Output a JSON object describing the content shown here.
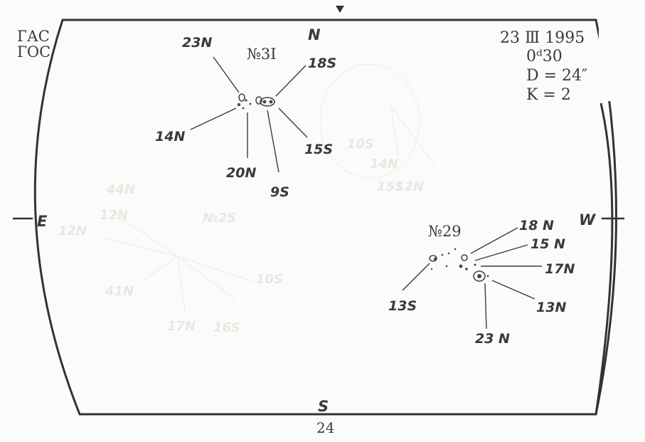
{
  "header": {
    "observatory_line1": "ГАС",
    "observatory_line2": "ГОС",
    "date": "23 Ⅲ 1995",
    "time": "0ᵈ30",
    "time_main": "0",
    "time_sup": "d",
    "time_minutes": "30",
    "diameter": "D = 24″",
    "quality": "K = 2"
  },
  "compass": {
    "north": "N",
    "south": "S",
    "east": "E",
    "west": "W"
  },
  "group_31": {
    "label": "№3I",
    "spots": [
      "23N",
      "18S",
      "14N",
      "20N",
      "9S",
      "15S"
    ]
  },
  "group_29": {
    "label": "№29",
    "spots": [
      "18 N",
      "15 N",
      "17N",
      "13N",
      "23 N",
      "13S"
    ]
  },
  "page_number": "24",
  "bleed_through": [
    "44N",
    "12N",
    "12N",
    "41N",
    "17N",
    "16S",
    "10S",
    "№25",
    "10S",
    "14N",
    "12N",
    "15S"
  ]
}
